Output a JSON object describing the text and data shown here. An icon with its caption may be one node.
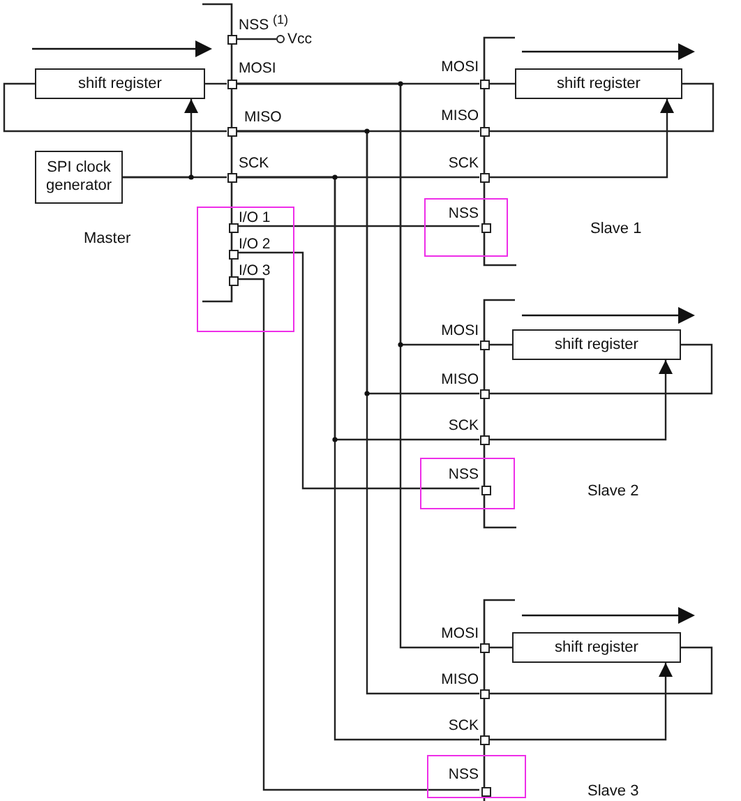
{
  "diagram": {
    "nodes": [
      {
        "text": [
          "shift register"
        ]
      },
      {
        "text": [
          "SPI clock generator"
        ]
      },
      {
        "text": [],
        "shape": "box",
        "beside": [
          "NSS $^{(1)}$"
        ]
      },
      {
        "text": [],
        "shape": "circle",
        "beside": [
          "Vcc"
        ]
      },
      {
        "text": [],
        "shape": "box",
        "beside": [
          "MOSI"
        ]
      },
      {
        "text": [],
        "shape": "box",
        "beside": [
          "MISO"
        ]
      },
      {
        "text": [],
        "shape": "box",
        "beside": [
          "SCK"
        ]
      },
      {
        "text": [],
        "shape": "box"
      },
      {
        "text": [],
        "shape": "box",
        "beside": [
          "I/O 1"
        ],
        "in": 7
      },
      {
        "text": [],
        "shape": "box",
        "beside": [
          "I/O 2"
        ],
        "in": 7
      },
      {
        "text": [],
        "shape": "box",
        "beside": [
          "I/O 3"
        ],
        "in": 7
      },
      {
        "text": [
          "shift register"
        ]
      },
      {
        "text": [],
        "shape": "box",
        "beside": [
          "MOSI"
        ]
      },
      {
        "text": [],
        "shape": "box",
        "beside": [
          "MISO"
        ]
      },
      {
        "text": [],
        "shape": "box",
        "beside": [
          "SCK"
        ]
      },
      {
        "text": [],
        "shape": "box"
      },
      {
        "text": [],
        "shape": "box",
        "beside": [
          "NSS"
        ],
        "in": 15
      },
      {
        "text": [
          "shift register"
        ]
      },
      {
        "text": [],
        "shape": "box",
        "beside": [
          "MOSI"
        ]
      },
      {
        "text": [],
        "shape": "box",
        "beside": [
          "MISO"
        ]
      },
      {
        "text": [],
        "shape": "box",
        "beside": [
          "SCK"
        ]
      },
      {
        "text": [],
        "shape": "box"
      },
      {
        "text": [],
        "shape": "box",
        "beside": [
          "NSS"
        ],
        "in": 21
      },
      {
        "text": [
          "shift register"
        ]
      },
      {
        "text": [],
        "shape": "box",
        "beside": [
          "MOSI"
        ]
      },
      {
        "text": [],
        "shape": "box",
        "beside": [
          "MISO"
        ]
      },
      {
        "text": [],
        "shape": "box",
        "beside": [
          "SCK"
        ]
      },
      {
        "text": [],
        "shape": "box"
      },
      {
        "text": [],
        "shape": "box",
        "beside": [
          "NSS"
        ],
        "in": 27
      }
    ],
    "edges": [
      {
        "from": 0,
        "to": 4,
        "arrow": "none"
      },
      {
        "from": 5,
        "to": 0,
        "arrow": "none"
      },
      {
        "from": 1,
        "to": 6,
        "arrow": "none"
      },
      {
        "from": 1,
        "to": 0,
        "arrow": "to"
      },
      {
        "from": 2,
        "to": 3,
        "arrow": "none"
      },
      {
        "from": 4,
        "to": 12,
        "arrow": "none"
      },
      {
        "from": 4,
        "to": 18,
        "arrow": "none"
      },
      {
        "from": 4,
        "to": 24,
        "arrow": "none"
      },
      {
        "from": 5,
        "to": 13,
        "arrow": "none"
      },
      {
        "from": 5,
        "to": 19,
        "arrow": "none"
      },
      {
        "from": 5,
        "to": 25,
        "arrow": "none"
      },
      {
        "from": 6,
        "to": 14,
        "arrow": "none"
      },
      {
        "from": 6,
        "to": 20,
        "arrow": "none"
      },
      {
        "from": 6,
        "to": 26,
        "arrow": "none"
      },
      {
        "from": 8,
        "to": 16,
        "arrow": "none"
      },
      {
        "from": 9,
        "to": 22,
        "arrow": "none"
      },
      {
        "from": 10,
        "to": 28,
        "arrow": "none"
      },
      {
        "from": 12,
        "to": 11,
        "arrow": "none"
      },
      {
        "from": 11,
        "to": 13,
        "arrow": "none"
      },
      {
        "from": 14,
        "to": 11,
        "arrow": "to"
      },
      {
        "from": 18,
        "to": 17,
        "arrow": "none"
      },
      {
        "from": 17,
        "to": 19,
        "arrow": "none"
      },
      {
        "from": 20,
        "to": 17,
        "arrow": "to"
      },
      {
        "from": 24,
        "to": 23,
        "arrow": "none"
      },
      {
        "from": 23,
        "to": 25,
        "arrow": "none"
      },
      {
        "from": 26,
        "to": 23,
        "arrow": "to"
      }
    ],
    "labels": [
      "Master",
      "Slave 1",
      "Slave 2",
      "Slave 3"
    ]
  }
}
